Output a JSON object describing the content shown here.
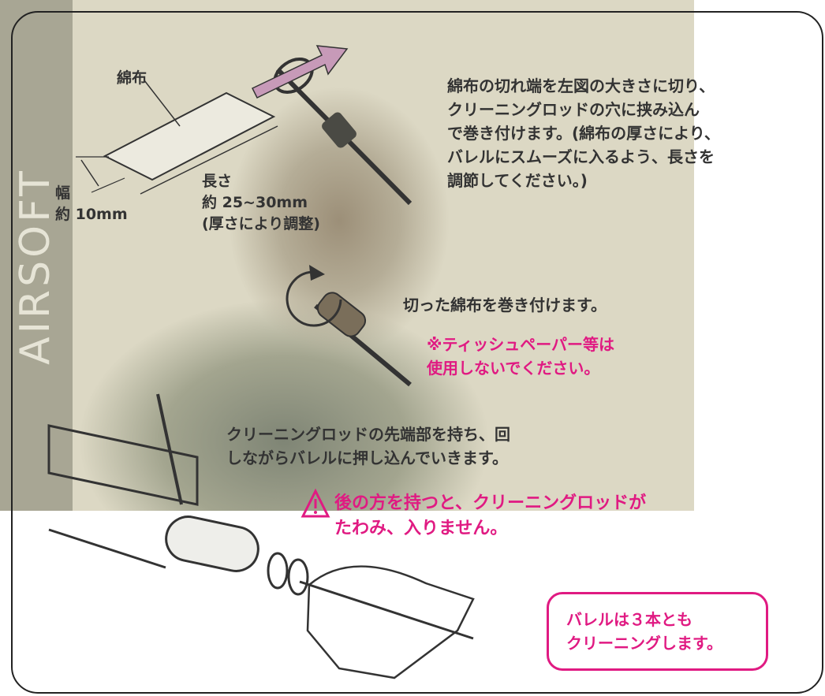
{
  "logo": {
    "text": "AIRSOFT"
  },
  "labels": {
    "cloth": "綿布",
    "width": "幅\n約 10mm",
    "length": "長さ\n約 25~30mm\n(厚さにより調整)"
  },
  "steps": {
    "step1": "綿布の切れ端を左図の大きさに切り、\nクリーニングロッドの穴に挟み込ん\nで巻き付けます。(綿布の厚さにより、\nバレルにスムーズに入るよう、長さを\n調節してください。)",
    "step2": "切った綿布を巻き付けます。",
    "step2_note": "※ティッシュペーパー等は\n使用しないでください。",
    "step3": "クリーニングロッドの先端部を持ち、回\nしながらバレルに押し込んでいきます。",
    "warning": "後の方を持つと、クリーニングロッドが\nたわみ、入りません。",
    "box": "バレルは３本とも\nクリーニングします。"
  },
  "colors": {
    "accent": "#e01a82",
    "frame": "#222222",
    "photo_tint": "#dcd8c4"
  },
  "icons": {
    "warning": "warning-triangle-icon"
  }
}
